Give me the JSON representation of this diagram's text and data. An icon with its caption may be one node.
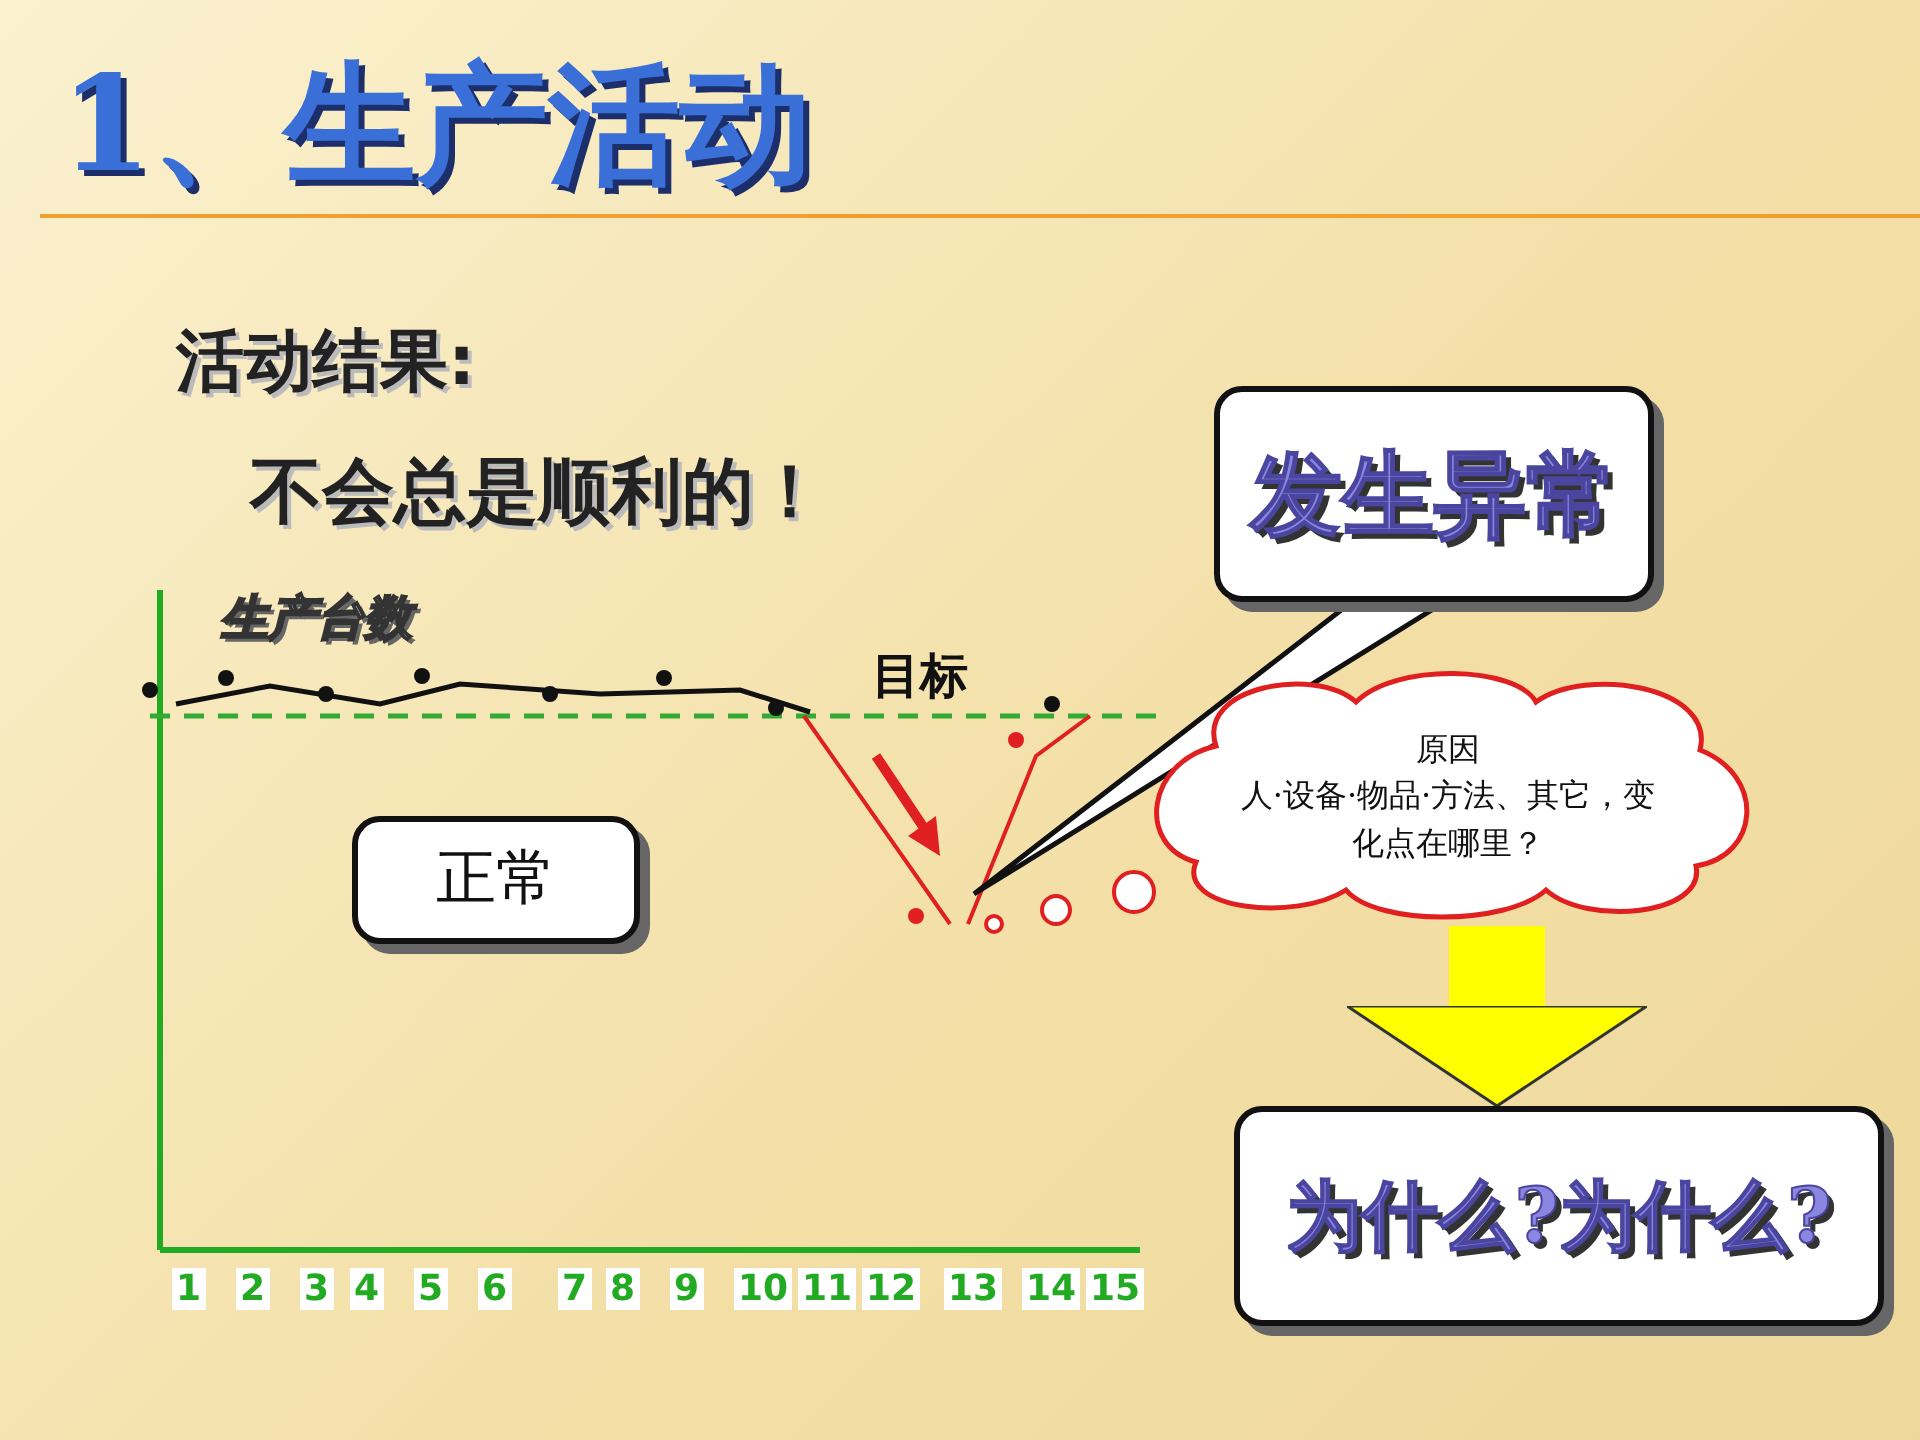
{
  "diagram": {
    "title": "1、生产活动",
    "nodes": [
      {
        "text": [
          "正常"
        ]
      },
      {
        "text": [
          "发生异常"
        ]
      },
      {
        "text": [
          "原因",
          "人·设备·物品·方法、其它，变化点在哪里？"
        ]
      },
      {
        "text": [
          "为什么?为什么?"
        ]
      }
    ],
    "edges": [
      {
        "from": 2,
        "to": 3,
        "arrow": "to"
      }
    ],
    "labels": [
      "活动结果:",
      "不会总是顺利的！",
      "生产台数",
      "目标",
      "1",
      "2",
      "3",
      "4",
      "5",
      "6",
      "7",
      "8",
      "9",
      "10",
      "11",
      "12",
      "13",
      "14",
      "15"
    ]
  }
}
